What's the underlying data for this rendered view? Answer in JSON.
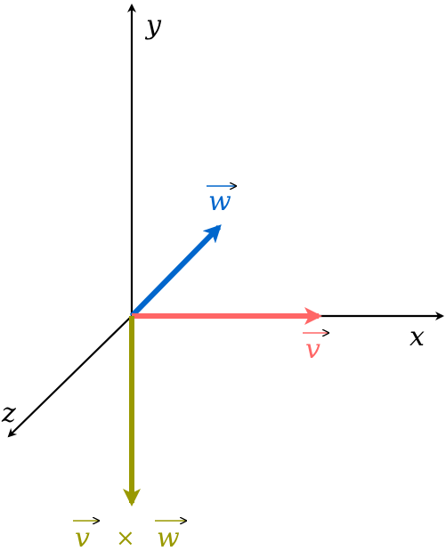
{
  "diagram": {
    "axes": {
      "x_label": "x",
      "y_label": "y",
      "z_label": "z",
      "color": "#000000"
    },
    "vectors": {
      "v": {
        "label": "v",
        "color": "#ff6666"
      },
      "w": {
        "label": "w",
        "color": "#0066cc"
      },
      "cross": {
        "label_left": "v",
        "operator": "×",
        "label_right": "w",
        "color": "#999900"
      }
    }
  }
}
